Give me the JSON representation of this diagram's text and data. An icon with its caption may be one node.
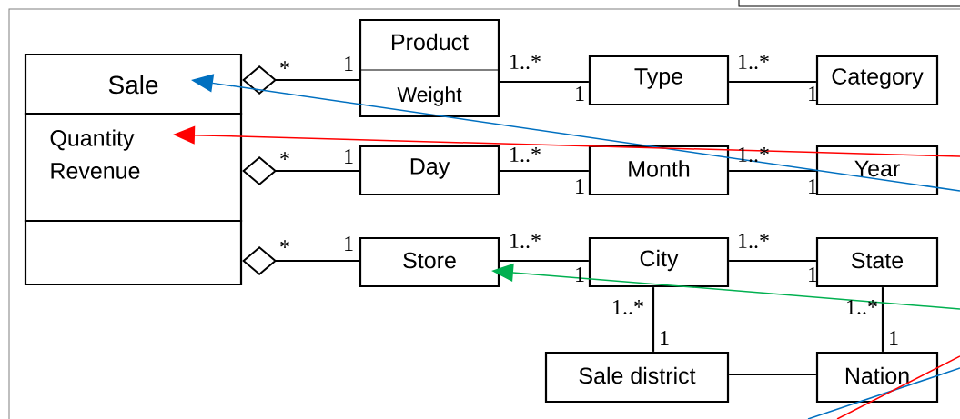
{
  "diagram": {
    "nodes": [
      {
        "text": [
          "Sale",
          "Quantity Revenue"
        ]
      },
      {
        "text": [
          "Product",
          "Weight"
        ]
      },
      {
        "text": [
          "Type"
        ]
      },
      {
        "text": [
          "Category"
        ]
      },
      {
        "text": [
          "Day"
        ]
      },
      {
        "text": [
          "Month"
        ]
      },
      {
        "text": [
          "Year"
        ]
      },
      {
        "text": [
          "Store"
        ]
      },
      {
        "text": [
          "City"
        ]
      },
      {
        "text": [
          "State"
        ]
      },
      {
        "text": [
          "Sale district"
        ]
      },
      {
        "text": [
          "Nation"
        ]
      }
    ],
    "edges": [
      {
        "from": 0,
        "to": 1,
        "arrow": "other"
      },
      {
        "from": 0,
        "to": 4,
        "arrow": "other"
      },
      {
        "from": 0,
        "to": 7,
        "arrow": "other"
      },
      {
        "from": 1,
        "to": 2,
        "arrow": "none"
      },
      {
        "from": 2,
        "to": 3,
        "arrow": "none"
      },
      {
        "from": 4,
        "to": 5,
        "arrow": "none"
      },
      {
        "from": 5,
        "to": 6,
        "arrow": "none"
      },
      {
        "from": 7,
        "to": 8,
        "arrow": "none"
      },
      {
        "from": 8,
        "to": 9,
        "arrow": "none"
      },
      {
        "from": 8,
        "to": 10,
        "arrow": "none"
      },
      {
        "from": 9,
        "to": 11,
        "arrow": "none"
      },
      {
        "from": 10,
        "to": 11,
        "arrow": "none"
      },
      {
        "from": null,
        "to": 0,
        "arrow": "to",
        "color": "#0070c0"
      },
      {
        "from": null,
        "to": 0,
        "arrow": "to",
        "color": "#ff0000"
      },
      {
        "from": null,
        "to": 7,
        "arrow": "to",
        "color": "#00b050"
      },
      {
        "from": null,
        "to": 11,
        "arrow": "none",
        "color": "#0070c0"
      },
      {
        "from": null,
        "to": 11,
        "arrow": "none",
        "color": "#ff0000"
      }
    ],
    "labels": [
      "*",
      "1",
      "1..*",
      "1",
      "1..*",
      "1",
      "*",
      "1",
      "1..*",
      "1",
      "1..*",
      "1",
      "*",
      "1",
      "1..*",
      "1",
      "1..*",
      "1",
      "1..*",
      "1..*",
      "1",
      "1"
    ]
  }
}
